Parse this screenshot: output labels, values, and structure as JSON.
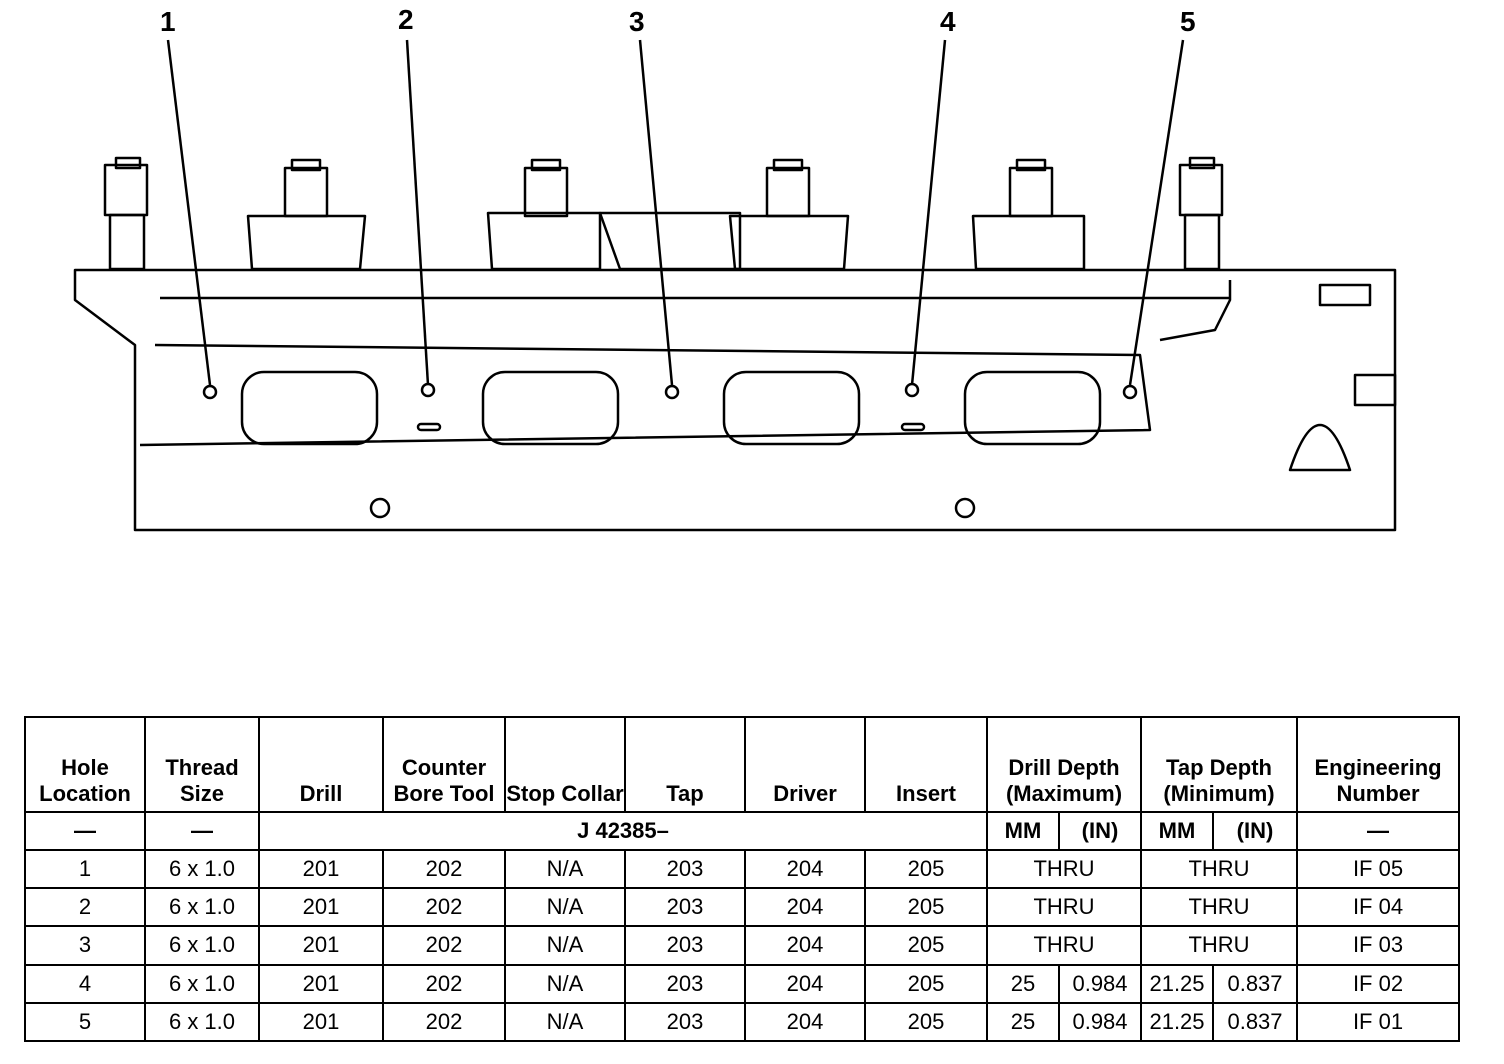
{
  "callouts": [
    "1",
    "2",
    "3",
    "4",
    "5"
  ],
  "table": {
    "headers": {
      "hole_location": "Hole Location",
      "thread_size": "Thread Size",
      "drill": "Drill",
      "counter_bore_tool": "Counter Bore Tool",
      "stop_collar": "Stop Collar",
      "tap": "Tap",
      "driver": "Driver",
      "insert": "Insert",
      "drill_depth": "Drill Depth (Maximum)",
      "tap_depth": "Tap Depth (Minimum)",
      "engineering_number": "Engineering Number"
    },
    "subheader": {
      "hole_location": "—",
      "thread_size": "—",
      "tool_series": "J 42385–",
      "drill_mm": "MM",
      "drill_in": "(IN)",
      "tap_mm": "MM",
      "tap_in": "(IN)",
      "engineering_number": "—"
    },
    "rows": [
      {
        "hole": "1",
        "thread": "6 x 1.0",
        "drill": "201",
        "cbore": "202",
        "collar": "N/A",
        "tap": "203",
        "driver": "204",
        "insert": "205",
        "drill_depth": "THRU",
        "tap_depth": "THRU",
        "eng": "IF 05"
      },
      {
        "hole": "2",
        "thread": "6 x 1.0",
        "drill": "201",
        "cbore": "202",
        "collar": "N/A",
        "tap": "203",
        "driver": "204",
        "insert": "205",
        "drill_depth": "THRU",
        "tap_depth": "THRU",
        "eng": "IF 04"
      },
      {
        "hole": "3",
        "thread": "6 x 1.0",
        "drill": "201",
        "cbore": "202",
        "collar": "N/A",
        "tap": "203",
        "driver": "204",
        "insert": "205",
        "drill_depth": "THRU",
        "tap_depth": "THRU",
        "eng": "IF 03"
      },
      {
        "hole": "4",
        "thread": "6 x 1.0",
        "drill": "201",
        "cbore": "202",
        "collar": "N/A",
        "tap": "203",
        "driver": "204",
        "insert": "205",
        "drill_mm": "25",
        "drill_in": "0.984",
        "tap_mm": "21.25",
        "tap_in": "0.837",
        "eng": "IF 02"
      },
      {
        "hole": "5",
        "thread": "6 x 1.0",
        "drill": "201",
        "cbore": "202",
        "collar": "N/A",
        "tap": "203",
        "driver": "204",
        "insert": "205",
        "drill_mm": "25",
        "drill_in": "0.984",
        "tap_mm": "21.25",
        "tap_in": "0.837",
        "eng": "IF 01"
      }
    ]
  }
}
